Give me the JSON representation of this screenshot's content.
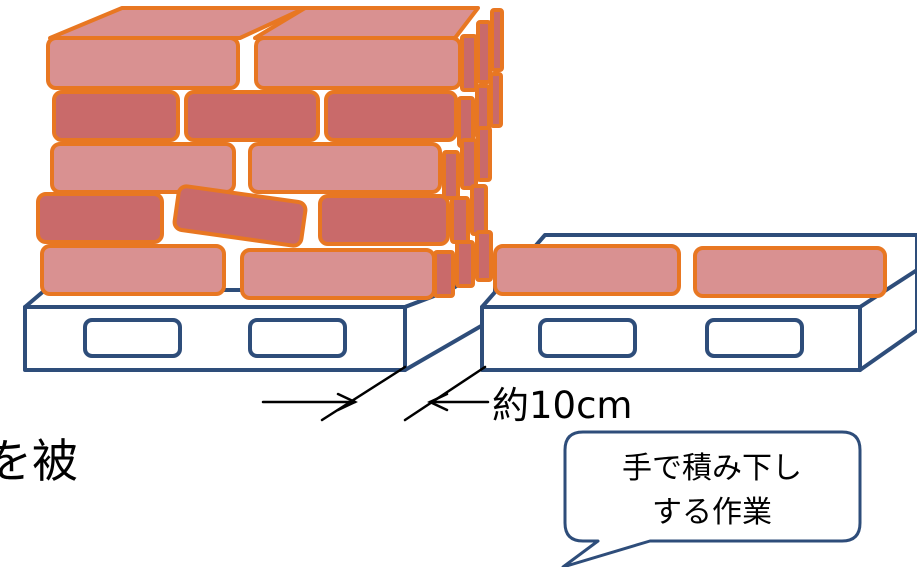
{
  "labels": {
    "gap_label": "約10cm",
    "partial_text": "を被"
  },
  "callout": {
    "line1": "手で積み下し",
    "line2": "する作業"
  },
  "colors": {
    "brick_light": "#d99191",
    "brick_dark": "#c96a6a",
    "brick_outline": "#e87722",
    "pallet_outline": "#2e4d7a",
    "callout_outline": "#2e4d7a"
  }
}
